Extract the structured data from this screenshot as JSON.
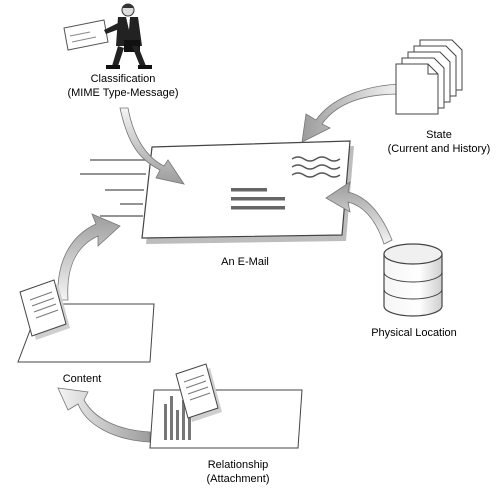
{
  "diagram": {
    "center_label": "An E-Mail",
    "nodes": {
      "classification": {
        "line1": "Classification",
        "line2": "(MIME Type-Message)"
      },
      "state": {
        "line1": "State",
        "line2": "(Current and History)"
      },
      "physical_location": {
        "line1": "Physical Location"
      },
      "content": {
        "line1": "Content"
      },
      "relationship": {
        "line1": "Relationship",
        "line2": "(Attachment)"
      }
    }
  },
  "colors": {
    "stroke": "#444444",
    "paper": "#ffffff",
    "arrow_light": "#ededed",
    "arrow_dark": "#9a9a9a"
  }
}
